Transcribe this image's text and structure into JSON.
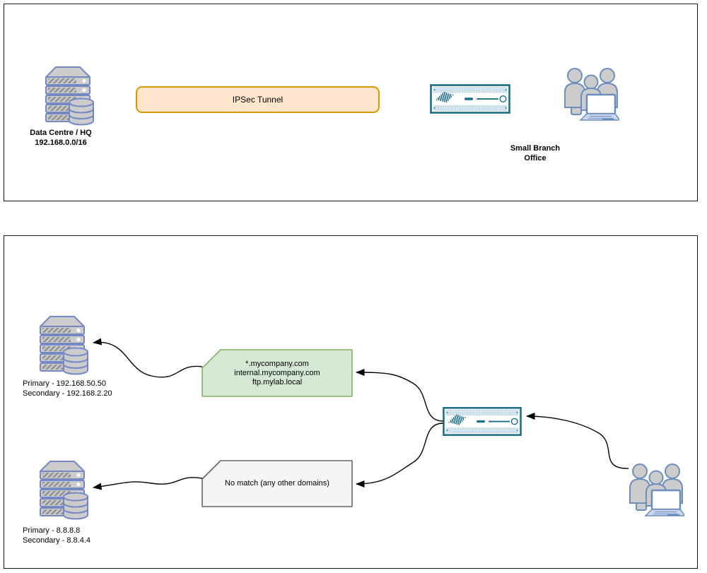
{
  "top_panel": {
    "data_centre": {
      "name": "Data Centre / HQ",
      "subnet": "192.168.0.0/16"
    },
    "tunnel": {
      "label": "IPSec Tunnel"
    },
    "branch": {
      "name_line1": "Small Branch",
      "name_line2": "Office"
    }
  },
  "bottom_panel": {
    "internal_dns": {
      "primary": "Primary - 192.168.50.50",
      "secondary": "Secondary - 192.168.2.20"
    },
    "match_rule": {
      "domains": [
        "*.mycompany.com",
        "internal.mycompany.com",
        "ftp.mylab.local"
      ]
    },
    "no_match_rule": {
      "label": "No match (any other domains)"
    },
    "public_dns": {
      "primary": "Primary - 8.8.8.8",
      "secondary": "Secondary - 8.8.4.4"
    }
  },
  "colors": {
    "tunnel_fill": "#ffe6cc",
    "tunnel_border": "#d79b00",
    "match_fill": "#d5e8d4",
    "match_border": "#82b366",
    "no_match_fill": "#f5f5f5",
    "no_match_border": "#666666",
    "appliance_teal": "#1d6d87",
    "icon_gray": "#cccccc",
    "icon_blue_stroke": "#6c8ebf",
    "server_blue_stroke": "#7688c4",
    "connector_black": "#000000"
  }
}
